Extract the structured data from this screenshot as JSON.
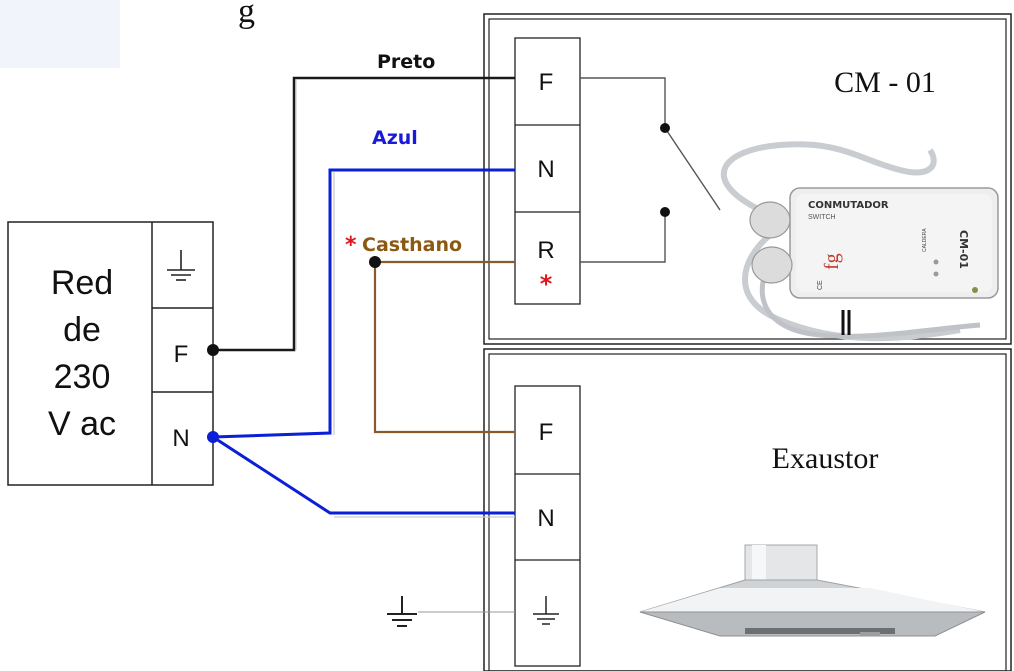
{
  "header_fragment": "g",
  "mains": {
    "label_lines": [
      "Red",
      "de",
      "230",
      "V ac"
    ],
    "terminals": [
      "F",
      "N"
    ]
  },
  "cm01": {
    "title": "CM - 01",
    "terminals": [
      "F",
      "N",
      "R"
    ],
    "r_marker": "*",
    "device_brand": "CONMUTADOR",
    "device_sub": "SWITCH",
    "device_model": "CM-01",
    "device_logo": "fg",
    "device_ce": "CE",
    "device_caldera": "CALDERA"
  },
  "exaustor": {
    "title": "Exaustor",
    "terminals": [
      "F",
      "N"
    ]
  },
  "wires": {
    "preto": "Preto",
    "azul": "Azul",
    "castanho_marker": "*",
    "castanho": "Casthano"
  },
  "colors": {
    "black_wire": "#1a1a1a",
    "blue_wire": "#0a1fd6",
    "brown_wire": "#8b5a2b",
    "brown_text": "#8b5a12",
    "blue_text": "#1a1adb",
    "marker_red": "#e0151b",
    "frame": "#222222"
  },
  "icons": [
    "ground-icon",
    "switch-contact-icon",
    "range-hood-icon",
    "switch-device-icon"
  ]
}
